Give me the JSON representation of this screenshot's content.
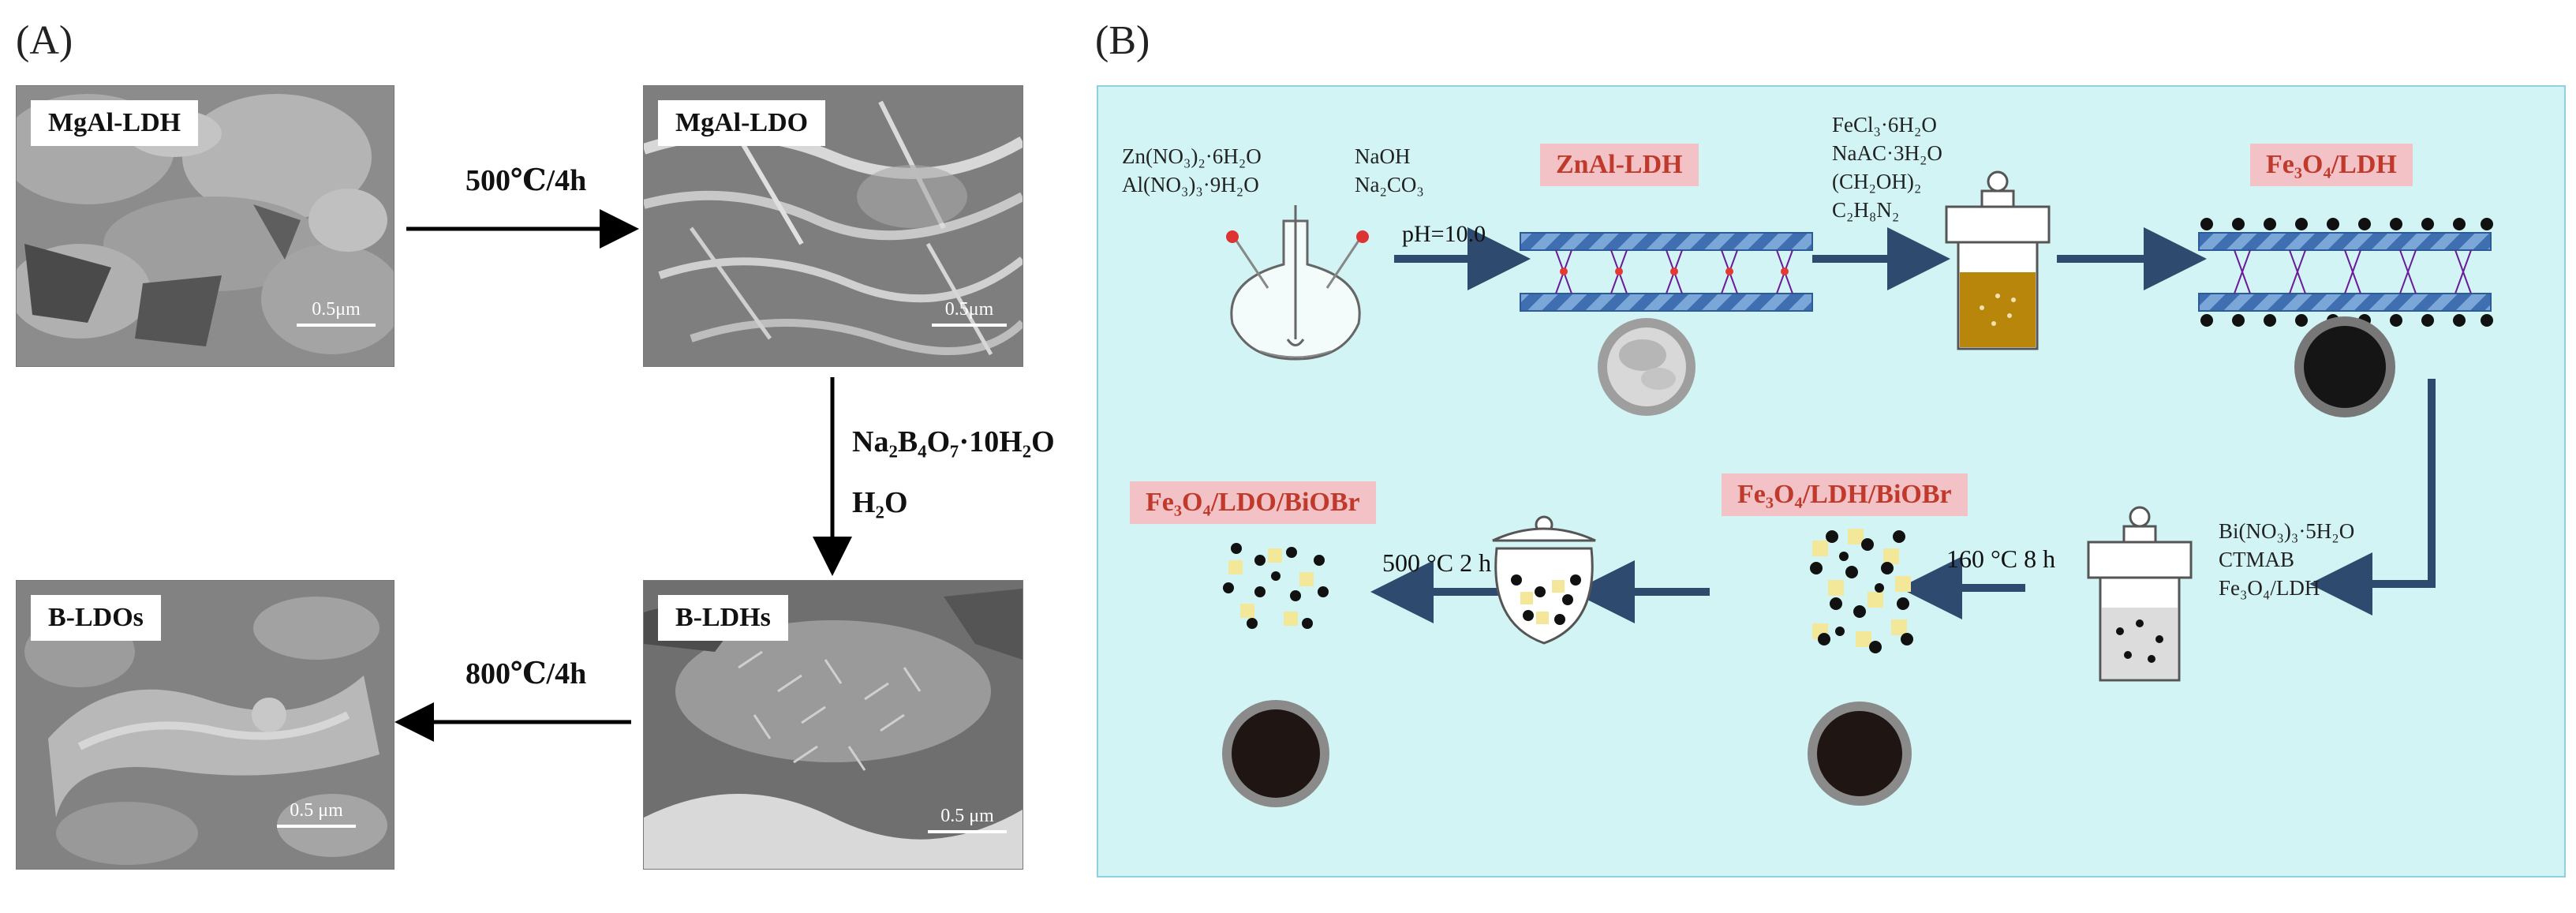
{
  "panel_a": {
    "letter": "(A)",
    "images": {
      "mgal_ldh": {
        "label": "MgAl-LDH",
        "scale": "0.5μm"
      },
      "mgal_ldo": {
        "label": "MgAl-LDO",
        "scale": "0.5μm"
      },
      "b_ldhs": {
        "label": "B-LDHs",
        "scale": "0.5 μm"
      },
      "b_ldos": {
        "label": "B-LDOs",
        "scale": "0.5 μm"
      }
    },
    "steps": {
      "calcine_1": "500℃/4h",
      "rehydrate_reagent": "Na₂B₄O₇·10H₂O",
      "rehydrate_solvent": "H₂O",
      "calcine_2": "800℃/4h"
    }
  },
  "panel_b": {
    "letter": "(B)",
    "colors": {
      "background": "#d2f4f4",
      "arrow": "#2e4a6e",
      "label_bg": "#f2c2c6",
      "label_text": "#c0392b"
    },
    "reagents_1a": "Zn(NO₃)₂·6H₂O",
    "reagents_1b": "Al(NO₃)₃·9H₂O",
    "reagents_2a": "NaOH",
    "reagents_2b": "Na₂CO₃",
    "ph_condition": "pH=10.0",
    "product_1": "ZnAl-LDH",
    "reagents_3": [
      "FeCl₃·6H₂O",
      "NaAC·3H₂O",
      "(CH₂OH)₂",
      "C₂H₈N₂"
    ],
    "product_2": "Fe₃O₄/LDH",
    "reagents_4": [
      "Bi(NO₃)₃·5H₂O",
      "CTMAB",
      "Fe₃O₄/LDH"
    ],
    "condition_2": "160 °C 8 h",
    "product_3": "Fe₃O₄/LDH/BiOBr",
    "condition_3": "500 °C 2 h",
    "product_4": "Fe₃O₄/LDO/BiOBr"
  }
}
